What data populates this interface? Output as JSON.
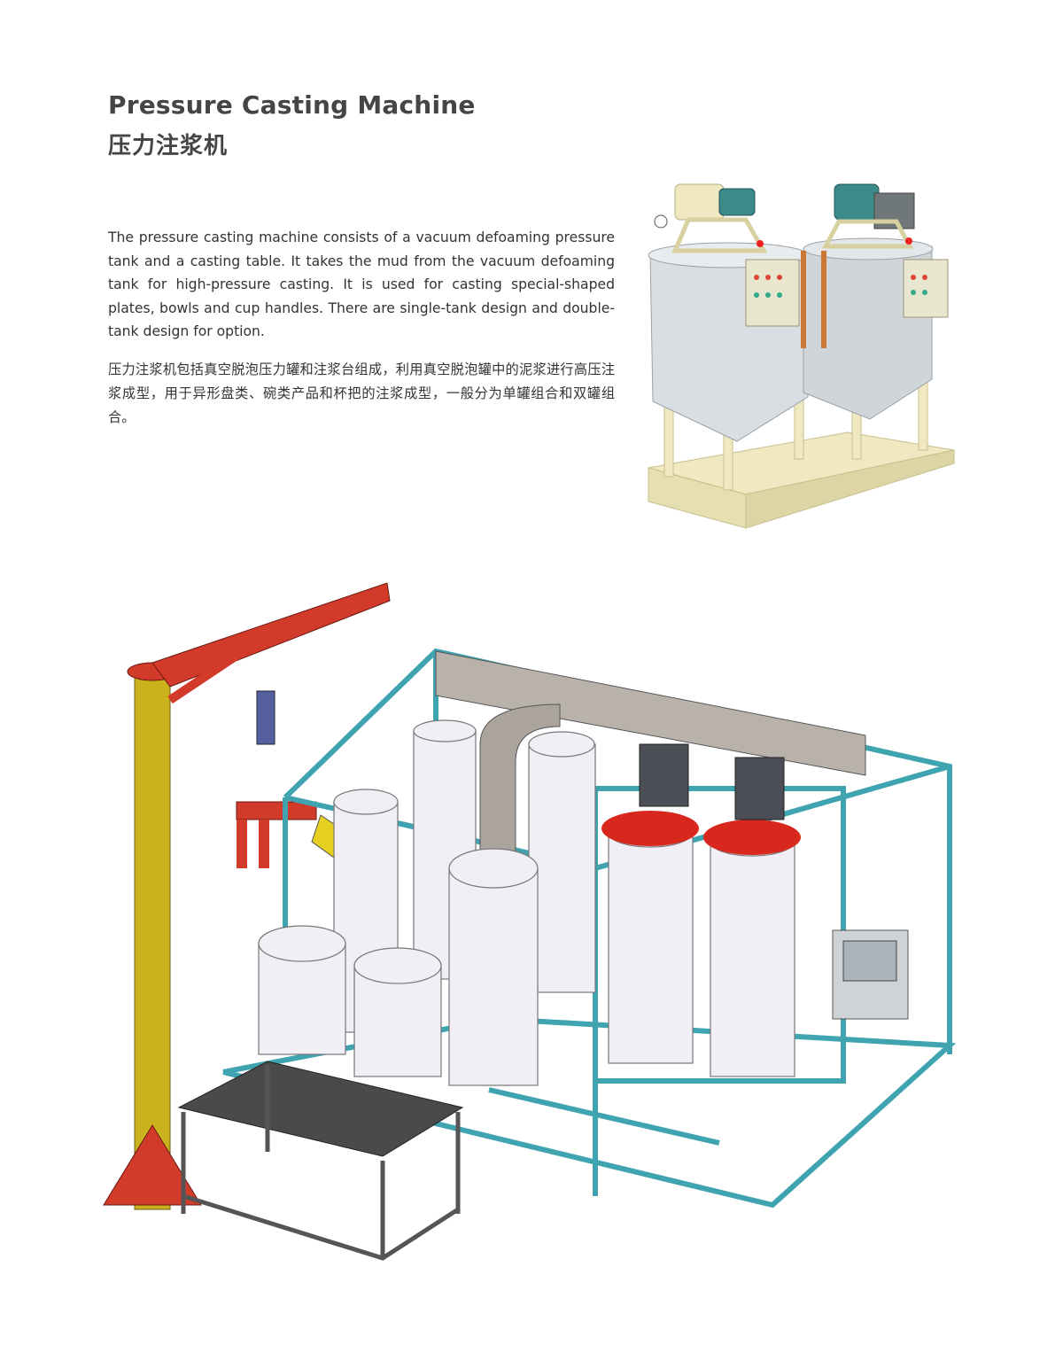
{
  "header": {
    "title_en": "Pressure Casting Machine",
    "title_cn": "压力注浆机"
  },
  "description": {
    "en": "The pressure casting machine consists of a vacuum defoaming pressure tank and a casting table. It takes the mud from the vacuum defoaming tank for high-pressure casting. It is used for casting special-shaped plates, bowls and cup handles. There are single-tank design and double-tank design for option.",
    "cn": "压力注浆机包括真空脱泡压力罐和注浆台组成，利用真空脱泡罐中的泥浆进行高压注浆成型，用于异形盘类、碗类产品和杯把的注浆成型，一般分为单罐组合和双罐组合。"
  },
  "colors": {
    "frame": "#3fa3b0",
    "crane": "#d23a2a",
    "column": "#c9b21c",
    "tank": "#d9dee2",
    "stand": "#efe8c0"
  }
}
